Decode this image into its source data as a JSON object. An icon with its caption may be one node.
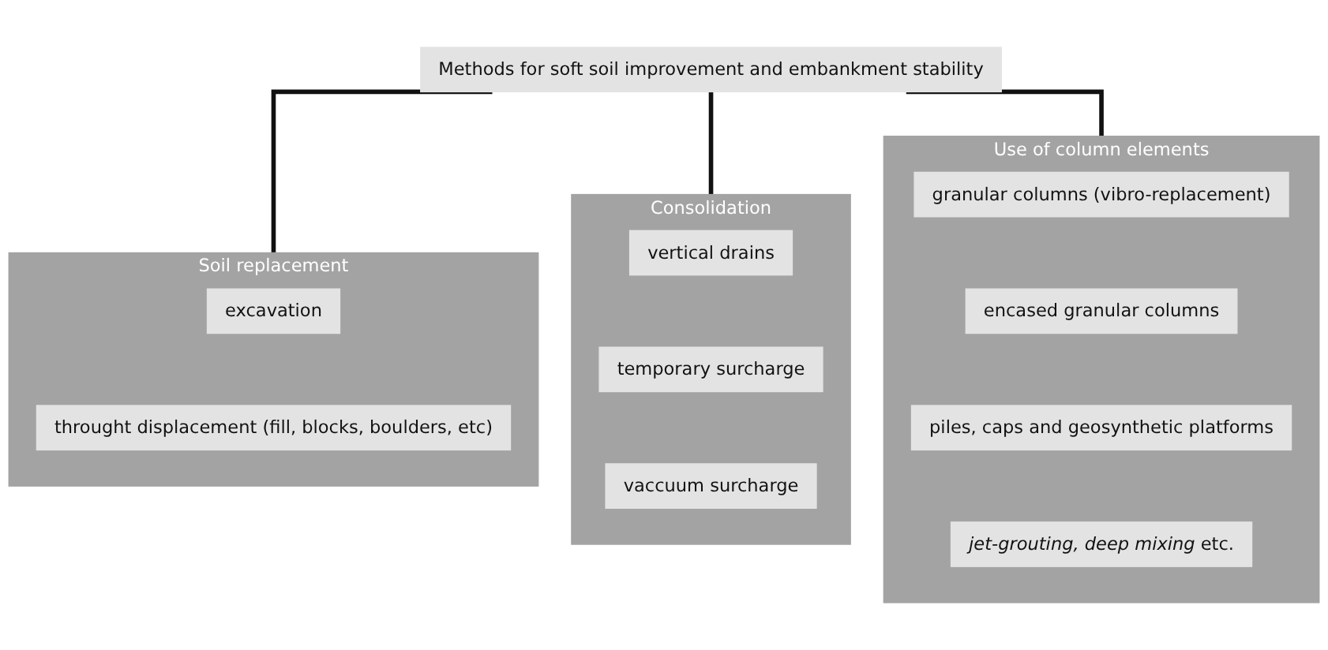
{
  "diagram": {
    "nodes": [
      {
        "text": [
          "Methods for soft soil improvement and embankment stability"
        ]
      },
      {
        "text": [
          "Soil replacement"
        ]
      },
      {
        "text": [
          "excavation"
        ],
        "in": 1
      },
      {
        "text": [
          "throught displacement (fill, blocks, boulders, etc)"
        ],
        "in": 1
      },
      {
        "text": [
          "Consolidation"
        ]
      },
      {
        "text": [
          "vertical drains"
        ],
        "in": 4
      },
      {
        "text": [
          "temporary surcharge"
        ],
        "in": 4
      },
      {
        "text": [
          "vaccuum surcharge"
        ],
        "in": 4
      },
      {
        "text": [
          "Use of column elements"
        ]
      },
      {
        "text": [
          "granular columns (vibro-replacement)"
        ],
        "in": 8
      },
      {
        "text": [
          "encased granular columns"
        ],
        "in": 8
      },
      {
        "text": [
          "piles, caps and geosynthetic platforms"
        ],
        "in": 8
      },
      {
        "text": [
          "*jet-grouting, deep mixing* etc."
        ],
        "in": 8
      }
    ],
    "edges": [
      {
        "from": 0,
        "to": 1,
        "arrow": "none"
      },
      {
        "from": 0,
        "to": 4,
        "arrow": "none"
      },
      {
        "from": 0,
        "to": 8,
        "arrow": "none"
      }
    ]
  }
}
